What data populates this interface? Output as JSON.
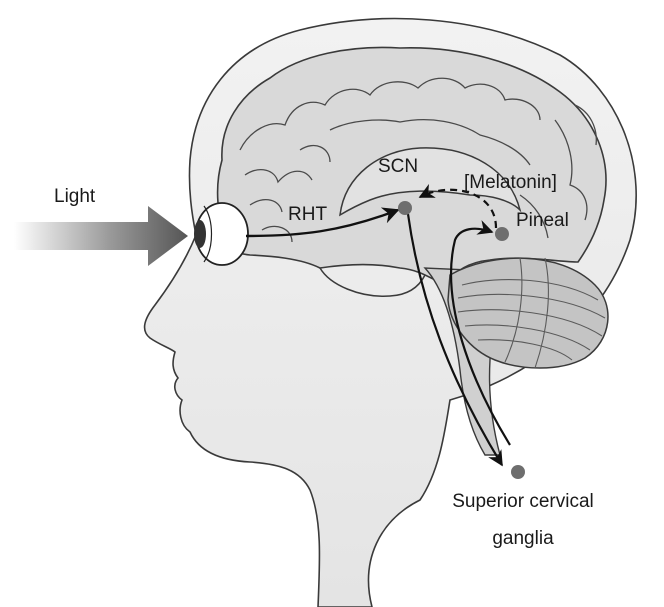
{
  "labels": {
    "light": "Light",
    "rht": "RHT",
    "scn": "SCN",
    "melatonin": "[Melatonin]",
    "pineal": "Pineal",
    "scg_line1": "Superior cervical",
    "scg_line2": "ganglia"
  },
  "colors": {
    "head_fill": "#e6e6e6",
    "brain_fill": "#d9d9d9",
    "cerebellum_fill": "#c4c4c4",
    "outline": "#3a3a3a",
    "dot": "#6e6e6e",
    "pathway": "#111111"
  }
}
